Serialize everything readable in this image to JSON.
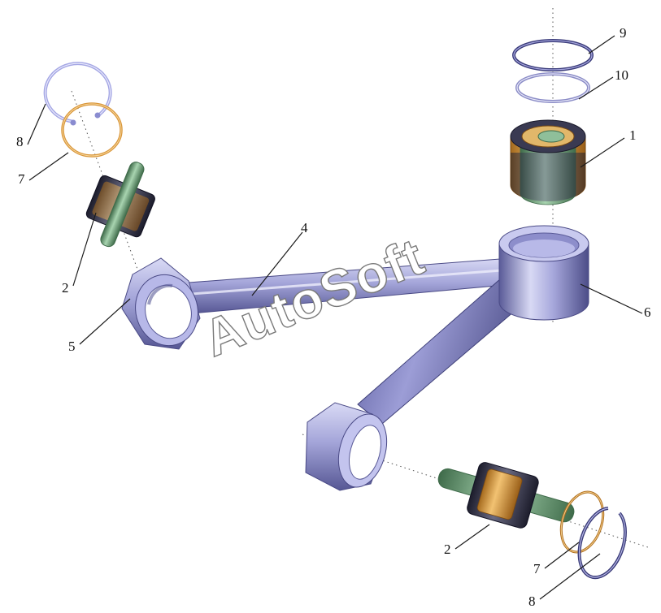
{
  "callouts": {
    "c1": "1",
    "c2_top": "2",
    "c2_bottom": "2",
    "c4": "4",
    "c5": "5",
    "c6": "6",
    "c7_top": "7",
    "c7_bottom": "7",
    "c8_top": "8",
    "c8_bottom": "8",
    "c9": "9",
    "c10": "10"
  },
  "watermark": "AutoSoft",
  "colors": {
    "steel": "#9fa0d6",
    "steel_dark": "#4a4a86",
    "steel_light": "#e4e5f8",
    "rubber": "#2b2b40",
    "brass": "#e0a243",
    "green": "#7fb08a",
    "green_dark": "#3f6b4a"
  }
}
